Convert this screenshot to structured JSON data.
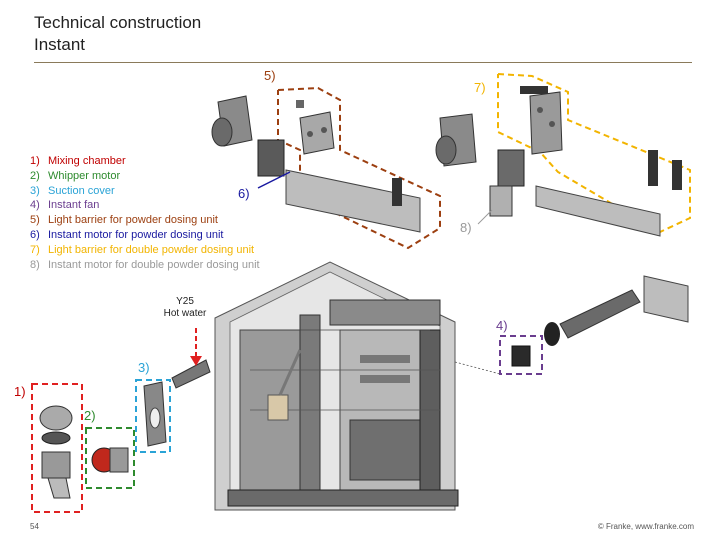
{
  "header": {
    "title_line1": "Technical construction",
    "title_line2": "Instant"
  },
  "legend": [
    {
      "num": "1)",
      "text": "Mixing chamber",
      "color": "#c00000"
    },
    {
      "num": "2)",
      "text": "Whipper motor",
      "color": "#2e8b2e"
    },
    {
      "num": "3)",
      "text": "Suction cover",
      "color": "#2aa3d6"
    },
    {
      "num": "4)",
      "text": "Instant fan",
      "color": "#6a3d8f"
    },
    {
      "num": "5)",
      "text": "Light barrier for powder dosing unit",
      "color": "#9c3f10"
    },
    {
      "num": "6)",
      "text": "Instant motor for powder dosing unit",
      "color": "#1a1aa0"
    },
    {
      "num": "7)",
      "text": "Light barrier for double powder dosing unit",
      "color": "#f2b400"
    },
    {
      "num": "8)",
      "text": "Instant motor for double powder dosing unit",
      "color": "#9a9a9a"
    }
  ],
  "callouts": {
    "c1": "1)",
    "c2": "2)",
    "c3": "3)",
    "c4": "4)",
    "c5": "5)",
    "c6": "6)",
    "c7": "7)",
    "c8": "8)"
  },
  "y25": {
    "line1": "Y25",
    "line2": "Hot water"
  },
  "footer": {
    "page": "54",
    "copyright": "© Franke, www.franke.com"
  }
}
